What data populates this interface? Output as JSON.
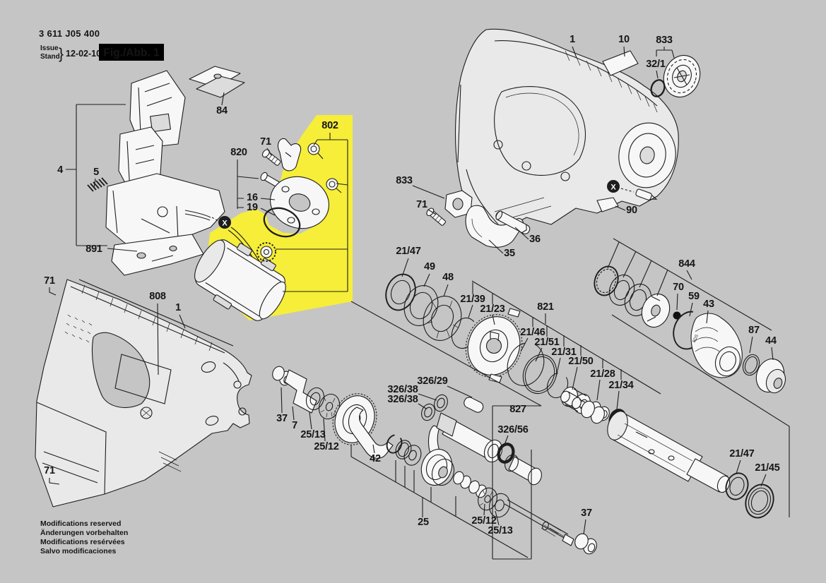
{
  "header": {
    "part_number": "3 611 J05 400",
    "issue_label_line1": "Issue",
    "issue_label_line2": "Stand",
    "issue_brace": "}",
    "issue_date": "12-02-10",
    "figure_label": "Fig./Abb. 1"
  },
  "footer": {
    "line1": "Modifications reserved",
    "line2": "Änderungen vorbehalten",
    "line3": "Modifications resérvées",
    "line4": "Salvo modificaciones"
  },
  "colors": {
    "background": "#c5c5c5",
    "highlight": "#f6ee39",
    "line": "#1d1d1d",
    "figure_box_bg": "#000000",
    "figure_box_text": "#ffffff"
  },
  "x_marker": "X",
  "boot_text": "SDS",
  "labels": {
    "l84": "84",
    "l4": "4",
    "l5": "5",
    "l891": "891",
    "l71_motor": "71",
    "l820": "820",
    "l16": "16",
    "l19": "19",
    "l802": "802",
    "l1_housing": "1",
    "l10": "10",
    "l833_cap": "833",
    "l32_1": "32/1",
    "l90": "90",
    "l833_block": "833",
    "l71_block": "71",
    "l36": "36",
    "l35": "35",
    "l21_47_gear": "21/47",
    "l49": "49",
    "l48": "48",
    "l21_39": "21/39",
    "l21_23": "21/23",
    "l821": "821",
    "l21_46": "21/46",
    "l21_51": "21/51",
    "l21_31": "21/31",
    "l21_50": "21/50",
    "l21_28": "21/28",
    "l21_34": "21/34",
    "l844": "844",
    "l70": "70",
    "l59": "59",
    "l43": "43",
    "l87": "87",
    "l44": "44",
    "l71_body_top": "71",
    "l808": "808",
    "l1_body": "1",
    "l71_body_bottom": "71",
    "l37_left": "37",
    "l7": "7",
    "l25_13_left": "25/13",
    "l25_12_left": "25/12",
    "l42": "42",
    "l326_29": "326/29",
    "l326_38_a": "326/38",
    "l326_38_b": "326/38",
    "l827": "827",
    "l326_56": "326/56",
    "l25": "25",
    "l25_12_bottom": "25/12",
    "l25_13_bottom": "25/13",
    "l37_bottom": "37",
    "l21_47_spindle": "21/47",
    "l21_45": "21/45"
  }
}
